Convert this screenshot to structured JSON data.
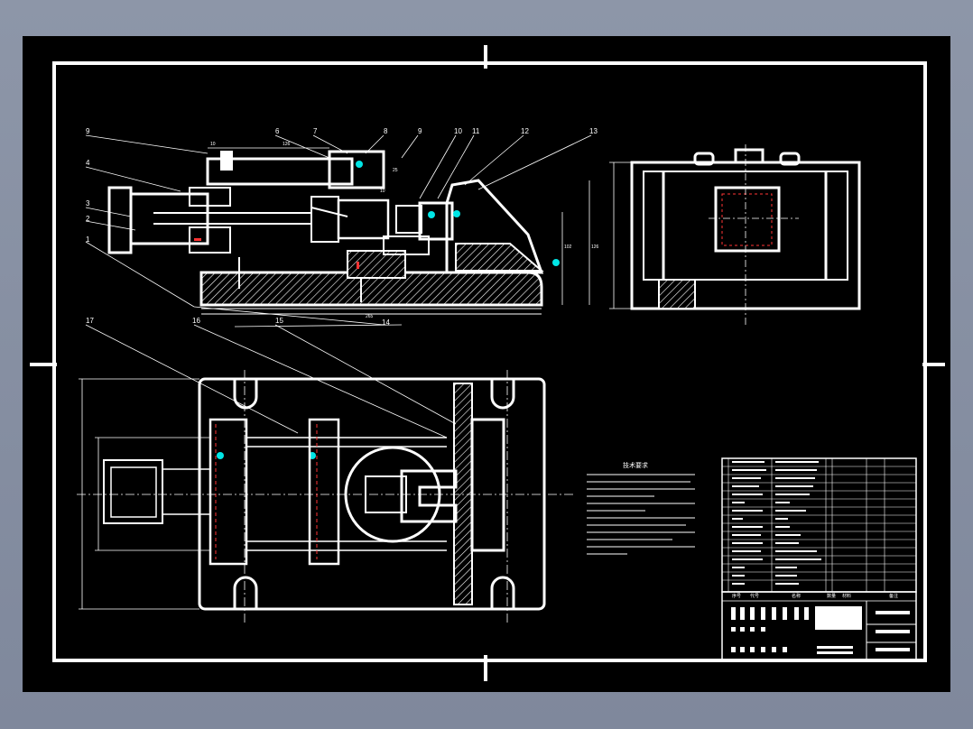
{
  "drawing": {
    "balloons_top": [
      "9",
      "6",
      "7",
      "8",
      "9",
      "10",
      "11",
      "12",
      "13",
      "4",
      "3",
      "2",
      "1"
    ],
    "balloons_bottom": [
      "17",
      "16",
      "15",
      "14"
    ],
    "dimensions": [
      "10",
      "126",
      "25",
      "10",
      "102",
      "126",
      "265"
    ],
    "tech_title": "技术要求",
    "table_headers": [
      "序号",
      "代号",
      "名称",
      "数量",
      "材料",
      "备注"
    ]
  },
  "colors": {
    "background": "#8a93a6",
    "sheet": "#000000",
    "lines": "#ffffff",
    "accent": "#00e5e5",
    "mark": "#ff3333"
  }
}
